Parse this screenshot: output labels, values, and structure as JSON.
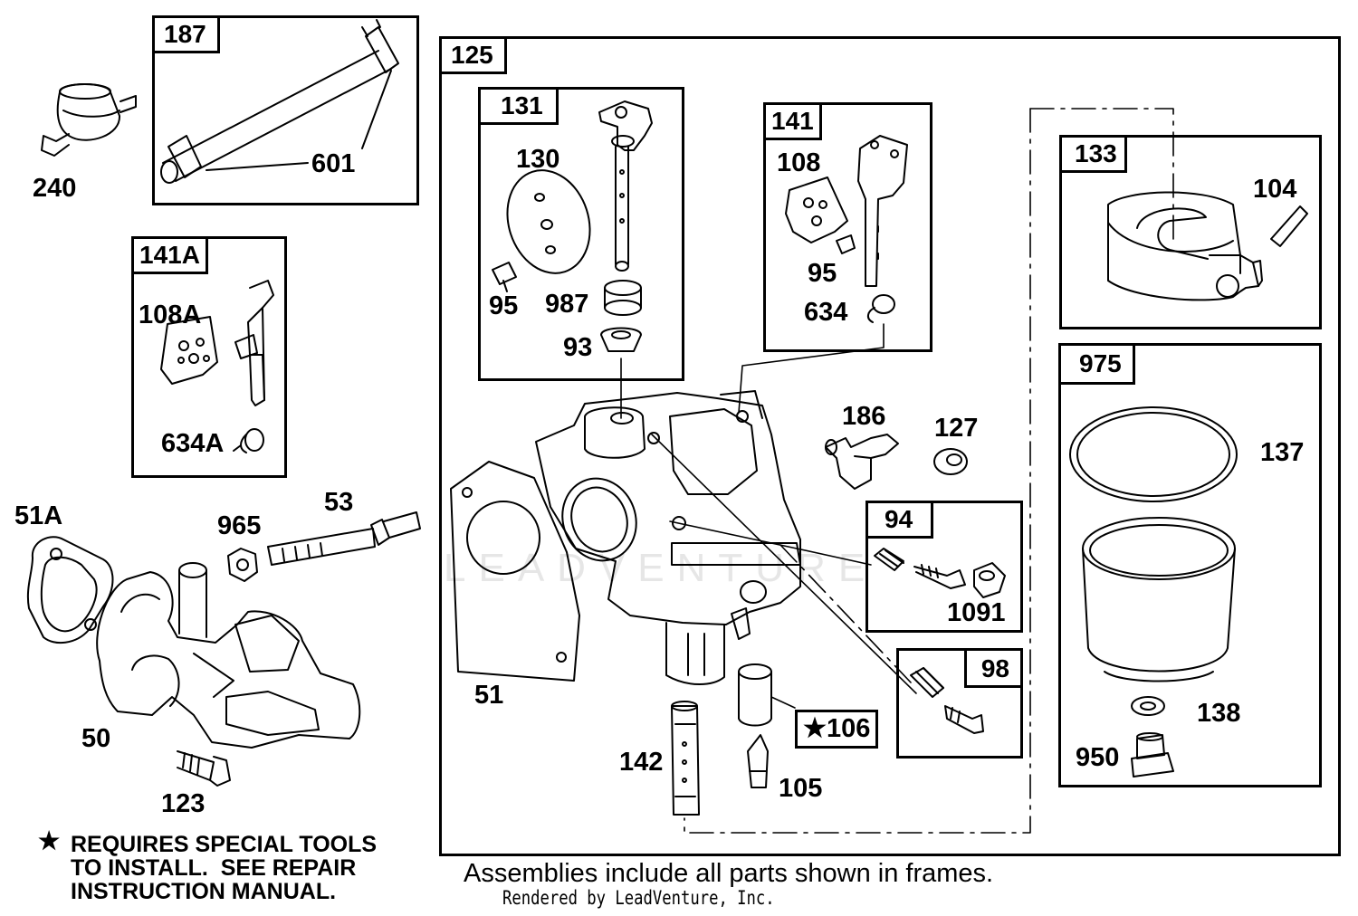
{
  "frames": {
    "f187": "187",
    "f141a": "141A",
    "f125": "125",
    "f131": "131",
    "f141": "141",
    "f133": "133",
    "f975": "975",
    "f94": "94",
    "f98": "98"
  },
  "parts": {
    "p240": "240",
    "p601": "601",
    "p108a": "108A",
    "p634a": "634A",
    "p51a": "51A",
    "p965": "965",
    "p53": "53",
    "p50": "50",
    "p123": "123",
    "p130": "130",
    "p95a": "95",
    "p987": "987",
    "p93": "93",
    "p108": "108",
    "p95b": "95",
    "p634": "634",
    "p104": "104",
    "p186": "186",
    "p127": "127",
    "p137": "137",
    "p1091": "1091",
    "p51": "51",
    "p138": "138",
    "p950": "950",
    "p142": "142",
    "p105": "105",
    "p106": "★106"
  },
  "note": {
    "star": "★",
    "text": "REQUIRES SPECIAL TOOLS\nTO INSTALL.  SEE REPAIR\nINSTRUCTION MANUAL."
  },
  "caption": "Assemblies include all parts shown in frames.",
  "credit": "Rendered by LeadVenture, Inc.",
  "watermark": "LEADVENTURE"
}
